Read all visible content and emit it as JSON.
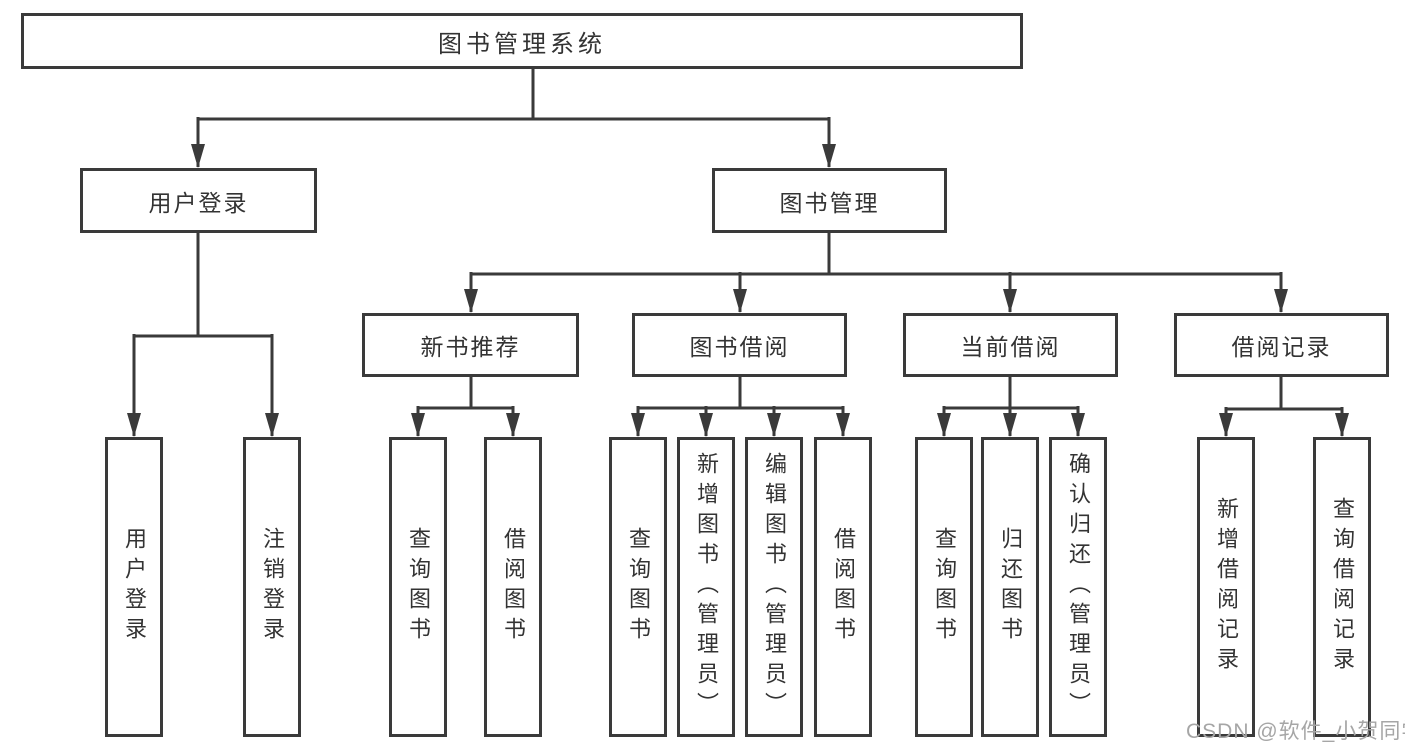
{
  "diagram": {
    "type": "hierarchy",
    "nodes": {
      "root": {
        "label": "图书管理系统"
      },
      "level2": [
        {
          "label": "用户登录",
          "parent": "图书管理系统"
        },
        {
          "label": "图书管理",
          "parent": "图书管理系统"
        }
      ],
      "level3": [
        {
          "label": "新书推荐",
          "parent": "图书管理"
        },
        {
          "label": "图书借阅",
          "parent": "图书管理"
        },
        {
          "label": "当前借阅",
          "parent": "图书管理"
        },
        {
          "label": "借阅记录",
          "parent": "图书管理"
        }
      ],
      "level4": [
        {
          "label": "用户登录",
          "parent": "用户登录"
        },
        {
          "label": "注销登录",
          "parent": "用户登录"
        },
        {
          "label": "查询图书",
          "parent": "新书推荐"
        },
        {
          "label": "借阅图书",
          "parent": "新书推荐"
        },
        {
          "label": "查询图书",
          "parent": "图书借阅"
        },
        {
          "label": "新增图书（管理员）",
          "parent": "图书借阅"
        },
        {
          "label": "编辑图书（管理员）",
          "parent": "图书借阅"
        },
        {
          "label": "借阅图书",
          "parent": "图书借阅"
        },
        {
          "label": "查询图书",
          "parent": "当前借阅"
        },
        {
          "label": "归还图书",
          "parent": "当前借阅"
        },
        {
          "label": "确认归还（管理员）",
          "parent": "当前借阅"
        },
        {
          "label": "新增借阅记录",
          "parent": "借阅记录"
        },
        {
          "label": "查询借阅记录",
          "parent": "借阅记录"
        }
      ]
    }
  },
  "watermark": {
    "text": "CSDN @软件_小贺同学"
  },
  "colors": {
    "line": "#3a3a3a",
    "text": "#333333",
    "watermark": "#a6a6a6",
    "background": "#ffffff"
  }
}
